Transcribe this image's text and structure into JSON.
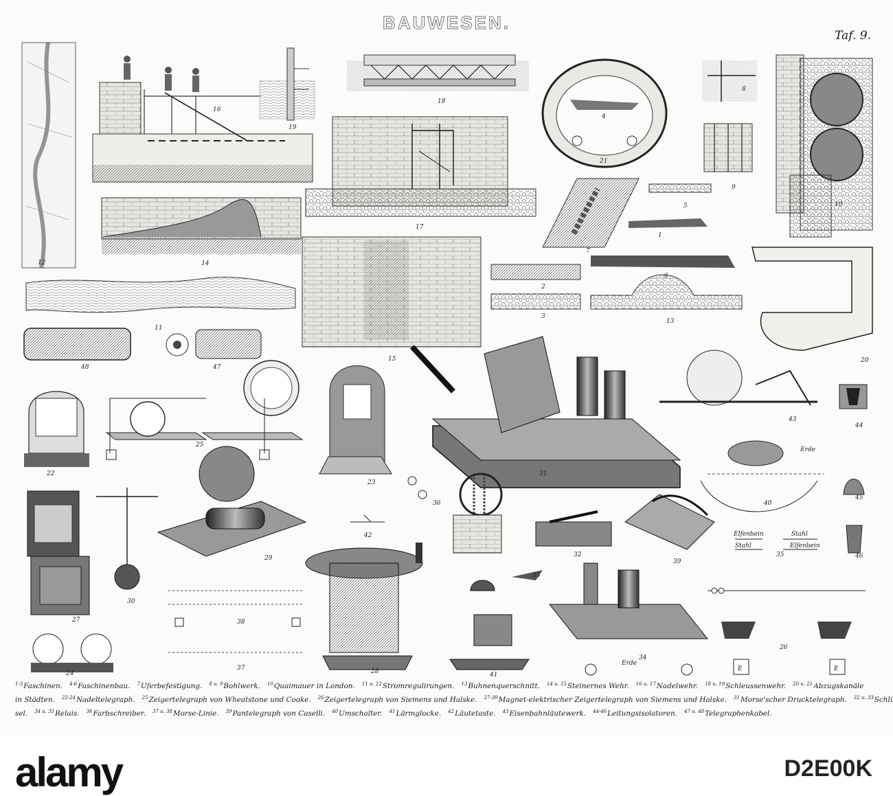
{
  "plate": {
    "title": "BAUWESEN.",
    "plate_number": "Taf. 9."
  },
  "figure_numbers": [
    "12",
    "16",
    "19",
    "18",
    "4",
    "21",
    "8",
    "9",
    "10",
    "17",
    "14",
    "11",
    "7",
    "5",
    "1",
    "6",
    "2",
    "3",
    "13",
    "15",
    "20",
    "48",
    "47",
    "22",
    "25",
    "23",
    "31",
    "43",
    "44",
    "27",
    "30",
    "29",
    "42",
    "36",
    "40",
    "45",
    "32",
    "39",
    "46",
    "33",
    "35",
    "28",
    "38",
    "37",
    "24",
    "41",
    "34",
    "26"
  ],
  "labels": {
    "erde_top": "Erde",
    "erde_bottom": "Erde",
    "elfenbein_1": "Elfenbein",
    "stahl_1": "Stahl",
    "stahl_2": "Stahl",
    "elfenbein_2": "Elfenbein",
    "E_1": "E",
    "E_2": "E"
  },
  "caption": {
    "line1": [
      {
        "n": "1-3",
        "t": "Faschinen."
      },
      {
        "n": "4-6",
        "t": "Faschinenbau."
      },
      {
        "n": "7",
        "t": "Uferbefestigung."
      },
      {
        "n": "8 u. 9",
        "t": "Bohlwerk."
      },
      {
        "n": "10",
        "t": "Quaimauer in London."
      },
      {
        "n": "11 u. 12",
        "t": "Stromregulirungen."
      },
      {
        "n": "13",
        "t": "Buhnenquerschnitt."
      },
      {
        "n": "14 u. 15",
        "t": "Steinernes Wehr."
      },
      {
        "n": "16 u. 17",
        "t": "Nadelwehr."
      },
      {
        "n": "18 u. 19",
        "t": "Schleussenwehr."
      },
      {
        "n": "20 u. 21",
        "t": "Abzugskanäle"
      }
    ],
    "line2": [
      {
        "n": "",
        "t": "in Städten."
      },
      {
        "n": "22-24",
        "t": "Nadeltelegraph."
      },
      {
        "n": "25",
        "t": "Zeigertelegraph von Wheatstone und Cooke."
      },
      {
        "n": "26",
        "t": "Zeigertelegraph von Siemens und Halske."
      },
      {
        "n": "27-30",
        "t": "Magnet-elektrischer Zeigertelegraph von Siemens und Halske."
      },
      {
        "n": "31",
        "t": "Morse'scher Drucktelegraph."
      },
      {
        "n": "32 u. 33",
        "t": "Schlüs-"
      }
    ],
    "line3": [
      {
        "n": "",
        "t": "sel."
      },
      {
        "n": "34 u. 35",
        "t": "Relais."
      },
      {
        "n": "36",
        "t": "Farbschreiber."
      },
      {
        "n": "37 u. 38",
        "t": "Morse-Linie."
      },
      {
        "n": "39",
        "t": "Pantelegraph von Caselli."
      },
      {
        "n": "40",
        "t": "Umschalter."
      },
      {
        "n": "41",
        "t": "Lärmglocke."
      },
      {
        "n": "42",
        "t": "Läutetaste."
      },
      {
        "n": "43",
        "t": "Eisenbahnläutewerk."
      },
      {
        "n": "44-46",
        "t": "Leitungsisolatoren."
      },
      {
        "n": "47 u. 48",
        "t": "Telegraphenkabel."
      }
    ]
  },
  "stock": {
    "logo": "alamy",
    "image_id": "D2E00K"
  }
}
